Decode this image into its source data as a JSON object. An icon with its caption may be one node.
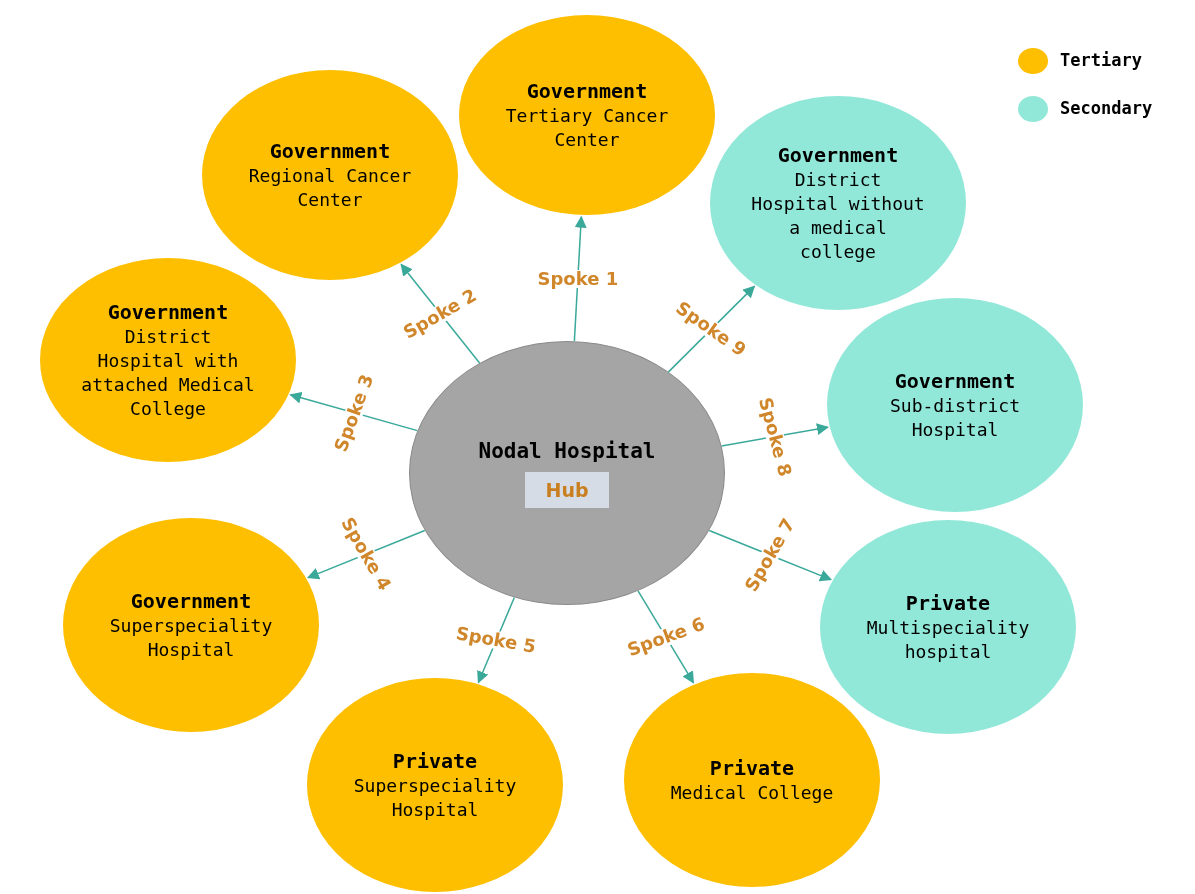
{
  "diagram": {
    "nodes": [
      {
        "text": [
          "Nodal Hospital"
        ]
      },
      {
        "text": [
          "Hub"
        ],
        "in": 0
      },
      {
        "text": [
          "Government",
          "Tertiary Cancer Center"
        ]
      },
      {
        "text": [
          "Government",
          "Regional Cancer Center"
        ]
      },
      {
        "text": [
          "Government",
          "District Hospital with attached Medical College"
        ]
      },
      {
        "text": [
          "Government",
          "Superspeciality Hospital"
        ]
      },
      {
        "text": [
          "Private",
          "Superspeciality Hospital"
        ]
      },
      {
        "text": [
          "Private",
          "Medical College"
        ]
      },
      {
        "text": [
          "Private",
          "Multispeciality hospital"
        ]
      },
      {
        "text": [
          "Government",
          "Sub-district Hospital"
        ]
      },
      {
        "text": [
          "Government",
          "District Hospital without a medical college"
        ]
      }
    ],
    "edges": [
      {
        "from": 0,
        "to": 2,
        "arrow": "to",
        "label": "Spoke 1"
      },
      {
        "from": 0,
        "to": 3,
        "arrow": "to",
        "label": "Spoke 2"
      },
      {
        "from": 0,
        "to": 4,
        "arrow": "to",
        "label": "Spoke 3"
      },
      {
        "from": 0,
        "to": 5,
        "arrow": "to",
        "label": "Spoke 4"
      },
      {
        "from": 0,
        "to": 6,
        "arrow": "to",
        "label": "Spoke 5"
      },
      {
        "from": 0,
        "to": 7,
        "arrow": "to",
        "label": "Spoke 6"
      },
      {
        "from": 0,
        "to": 8,
        "arrow": "to",
        "label": "Spoke 7"
      },
      {
        "from": 0,
        "to": 9,
        "arrow": "to",
        "label": "Spoke 8"
      },
      {
        "from": 0,
        "to": 10,
        "arrow": "to",
        "label": "Spoke 9"
      }
    ],
    "legend": [
      {
        "text": "Tertiary",
        "color": "#fdbf00"
      },
      {
        "text": "Secondary",
        "color": "#92e8d8"
      }
    ]
  }
}
